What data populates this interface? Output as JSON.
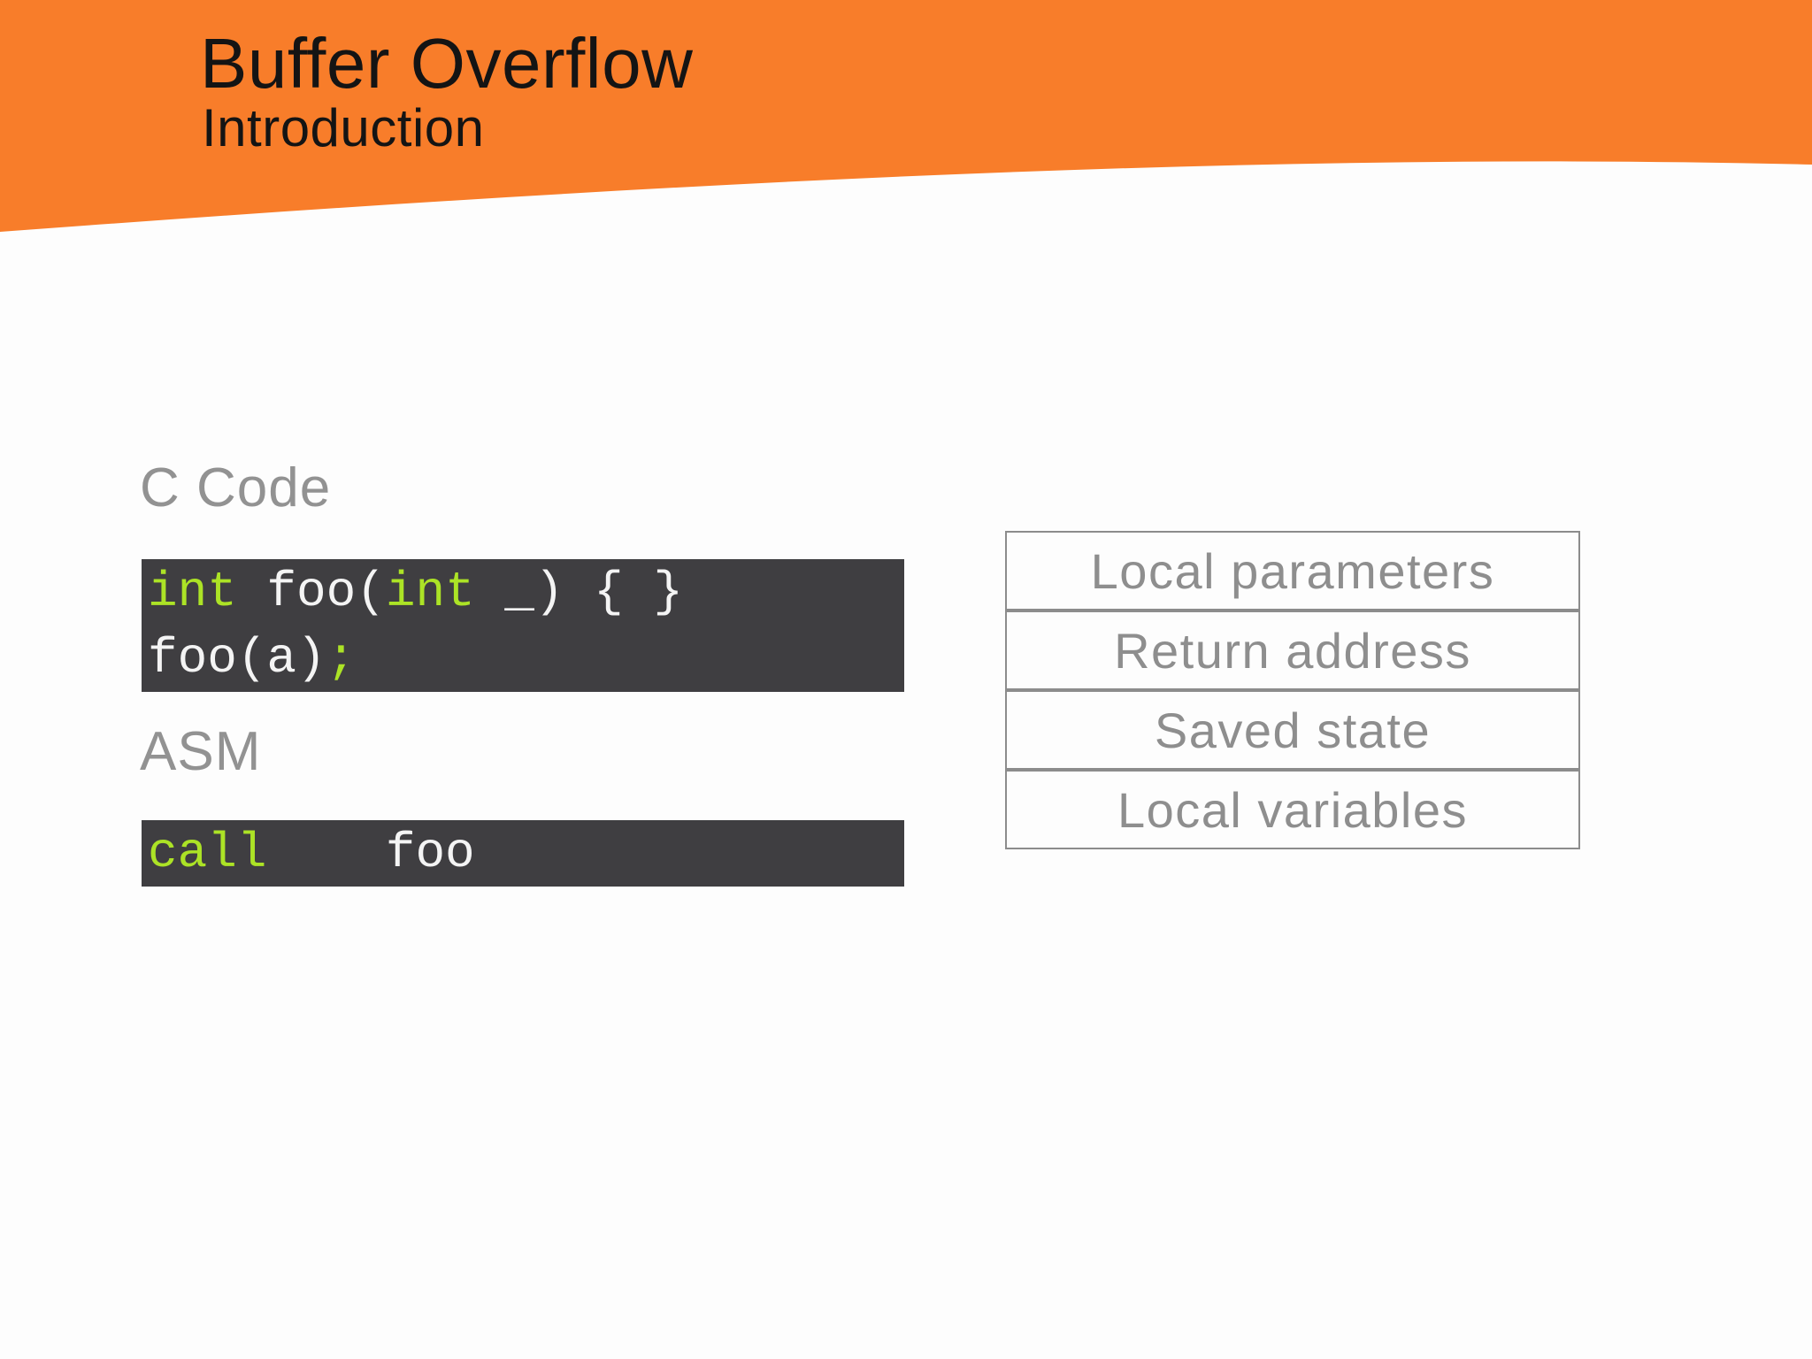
{
  "slide": {
    "title": "Buffer Overflow",
    "subtitle": "Introduction"
  },
  "c_section": {
    "label": "C Code",
    "lines": [
      {
        "tokens": [
          {
            "t": "int",
            "c": "keyword"
          },
          {
            "t": " foo(",
            "c": "plain"
          },
          {
            "t": "int",
            "c": "keyword"
          },
          {
            "t": " _) { }",
            "c": "plain"
          }
        ]
      },
      {
        "tokens": [
          {
            "t": "foo(a)",
            "c": "plain"
          },
          {
            "t": ";",
            "c": "keyword"
          }
        ]
      }
    ]
  },
  "asm_section": {
    "label": "ASM",
    "lines": [
      {
        "tokens": [
          {
            "t": "call",
            "c": "keyword"
          },
          {
            "t": "    foo",
            "c": "plain"
          }
        ]
      }
    ]
  },
  "stack": {
    "cells": [
      "Local parameters",
      "Return address",
      "Saved state",
      "Local variables"
    ]
  },
  "colors": {
    "accent_orange": "#F87D2A",
    "heading_text": "#141414",
    "slide_background": "#FDFDFD",
    "code_background": "#3F3E41",
    "code_text": "#F4F4F4",
    "keyword_green": "#ACE326",
    "label_gray": "#929292",
    "stack_border_gray": "#8C8C8C",
    "stack_text_gray": "#8E8E8E"
  }
}
